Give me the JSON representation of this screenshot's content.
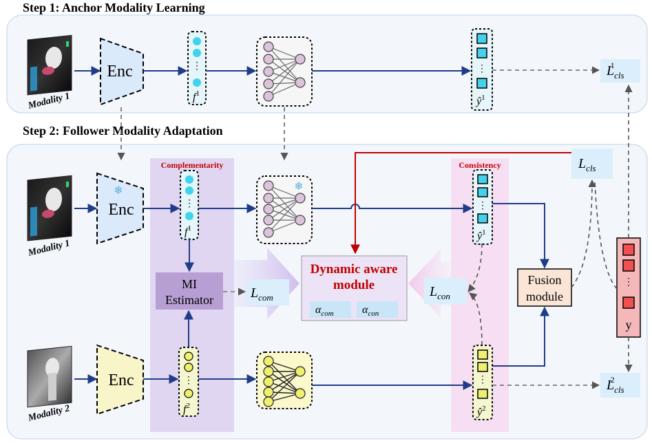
{
  "step1": {
    "title": "Step 1: Anchor Modality Learning"
  },
  "step2": {
    "title": "Step 2: Follower Modality Adaptation"
  },
  "modality1_label": "Modality 1",
  "modality2_label": "Modality 2",
  "encoder_label": "Enc",
  "features": {
    "f1_base": "f",
    "f1_sup": "1",
    "f2_base": "f",
    "f2_sup": "2"
  },
  "predictions": {
    "y1_base": "ŷ",
    "y1_sup": "1",
    "y2_base": "ŷ",
    "y2_sup": "2"
  },
  "regions": {
    "complementarity": "Complementarity",
    "consistency": "Consistency"
  },
  "mi_estimator": {
    "line1": "MI",
    "line2": "Estimator"
  },
  "losses": {
    "L": "L",
    "cls": "cls",
    "com": "com",
    "con": "con",
    "sup1": "1",
    "sup2": "2"
  },
  "dynamic_module": {
    "line1": "Dynamic aware",
    "line2": "module",
    "alpha": "α",
    "alpha_com": "com",
    "alpha_con": "con"
  },
  "fusion_module": {
    "line1": "Fusion",
    "line2": "module"
  },
  "label_y": "y",
  "colors": {
    "arrow": "#1f3c88",
    "red_arrow": "#c00000",
    "dashed": "#7f7f7f",
    "encoder_blue": "#dbeafb",
    "encoder_yellow": "#f8f5c8",
    "complementarity_bg": "#dcd0f0",
    "consistency_bg": "#f7dcf2",
    "loss_bg": "#dbeefb",
    "fusion_bg": "#fbe5d6",
    "label_bg": "#f4b8bb",
    "label_cell": "#f05050"
  }
}
